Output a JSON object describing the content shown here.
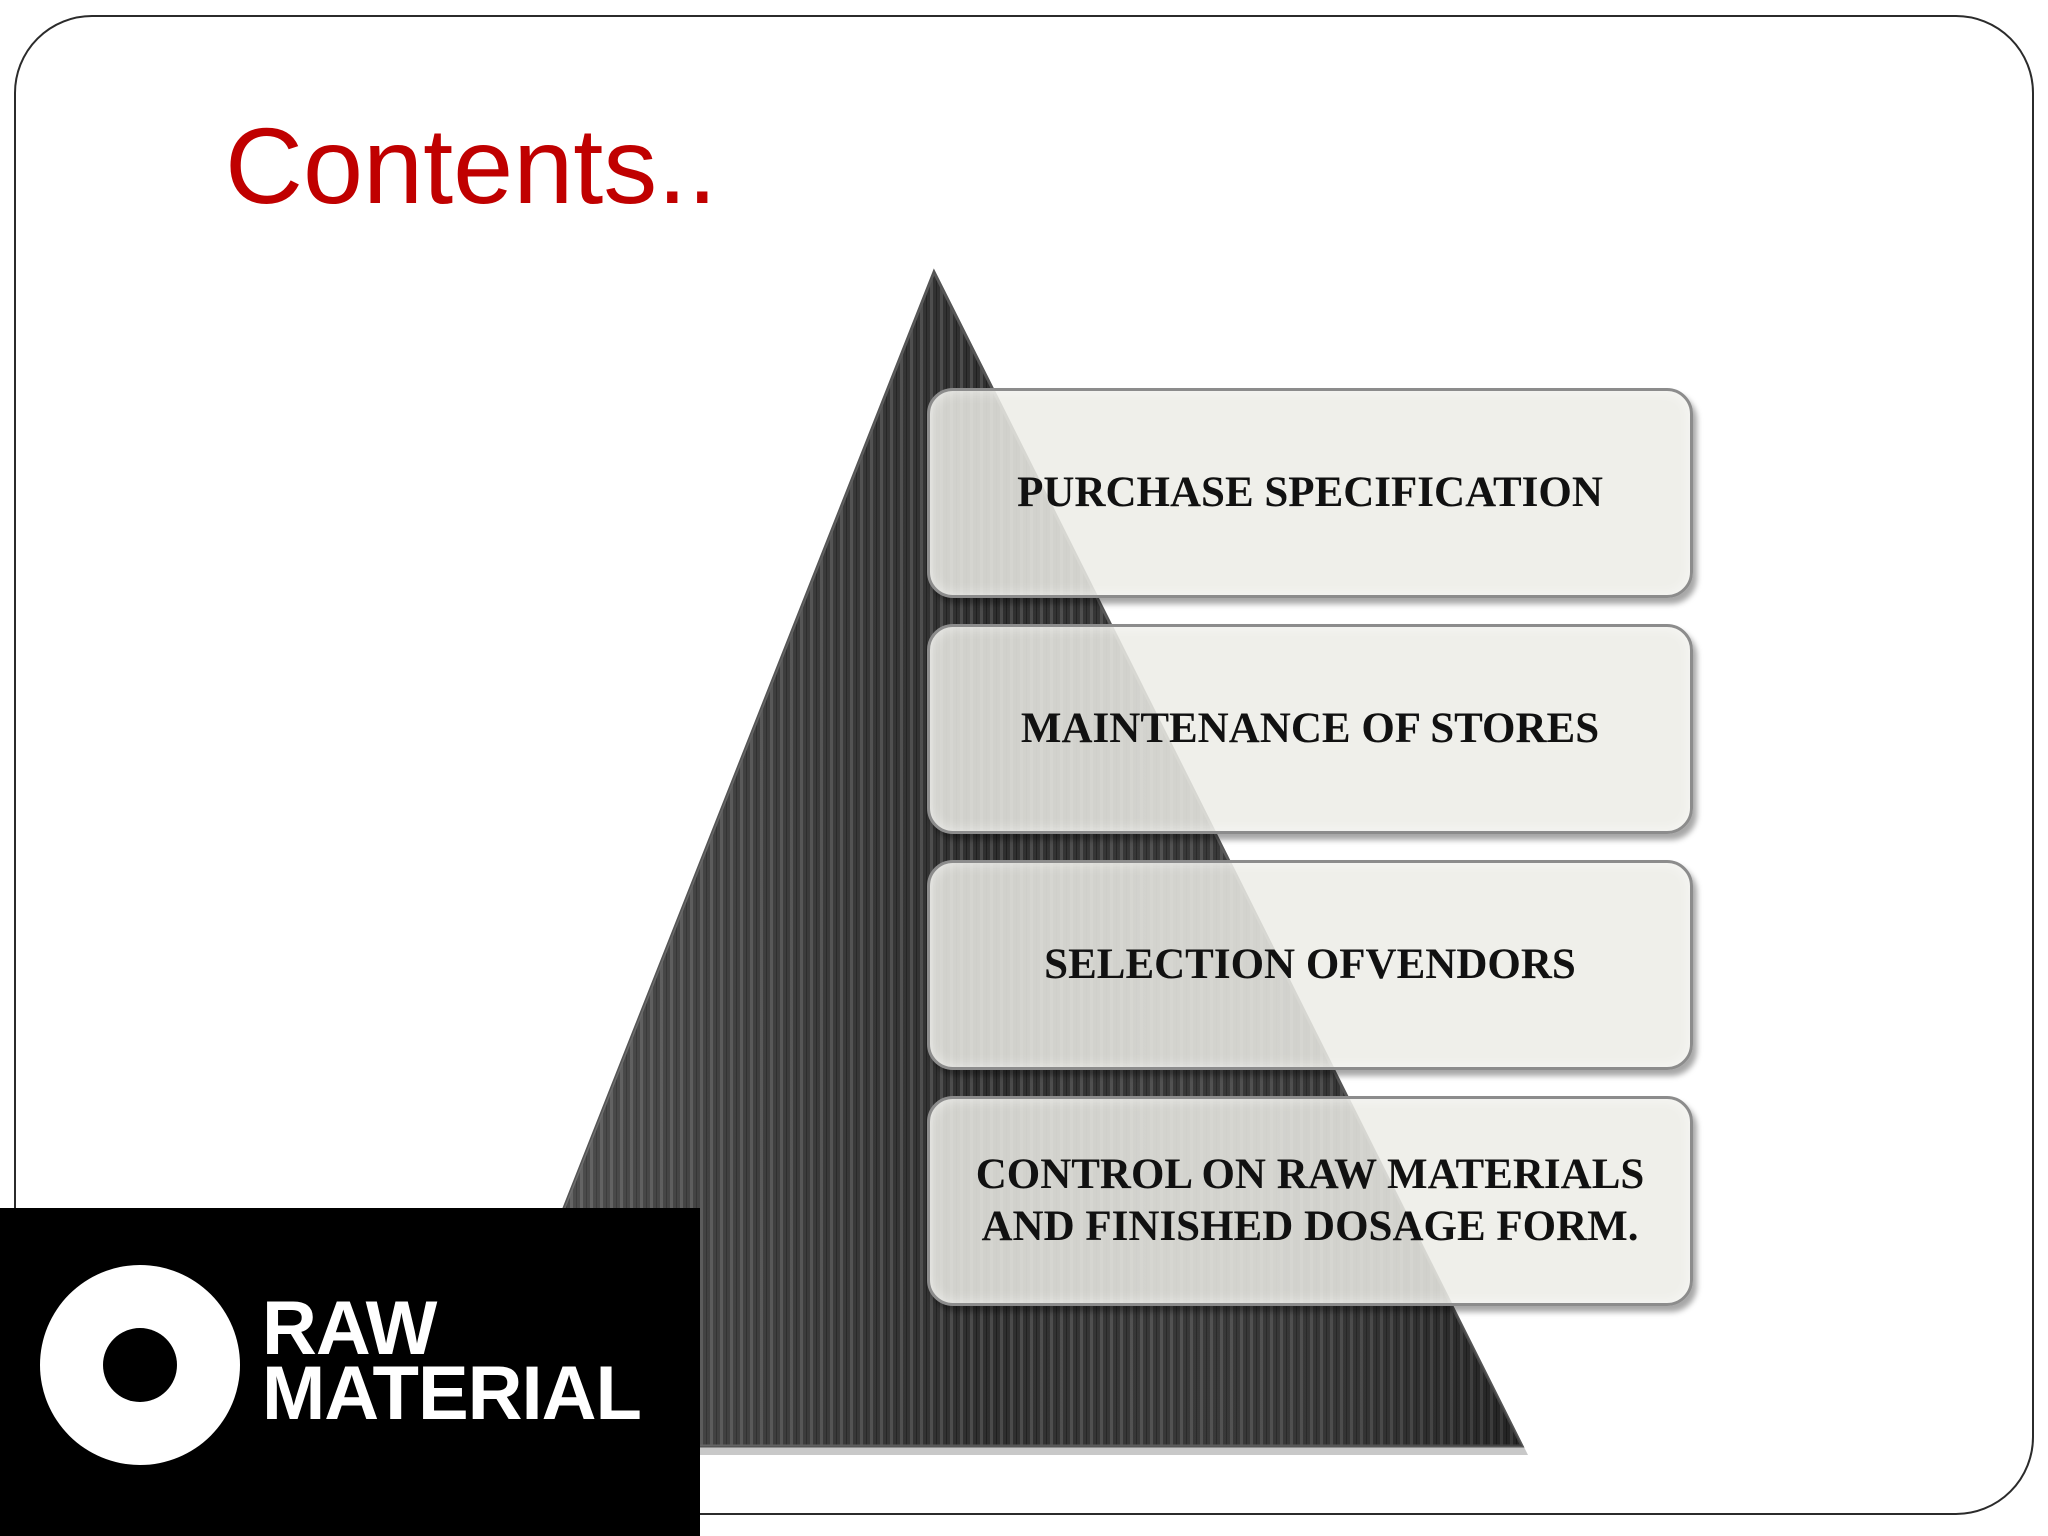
{
  "slide": {
    "title": "Contents.."
  },
  "pyramid": {
    "levels": [
      {
        "lines": [
          "PURCHASE SPECIFICATION"
        ]
      },
      {
        "lines": [
          "MAINTENANCE OF STORES"
        ]
      },
      {
        "lines": [
          "SELECTION OFVENDORS"
        ]
      },
      {
        "lines": [
          "CONTROL ON RAW MATERIALS",
          "AND FINISHED DOSAGE FORM."
        ]
      }
    ]
  },
  "logo": {
    "line1": "RAW",
    "line2": "MATERIAL"
  },
  "colors": {
    "title": "#c00000",
    "pyramid": "#2f2f2f",
    "box_fill": "#ececE6",
    "logo_bg": "#000000"
  }
}
